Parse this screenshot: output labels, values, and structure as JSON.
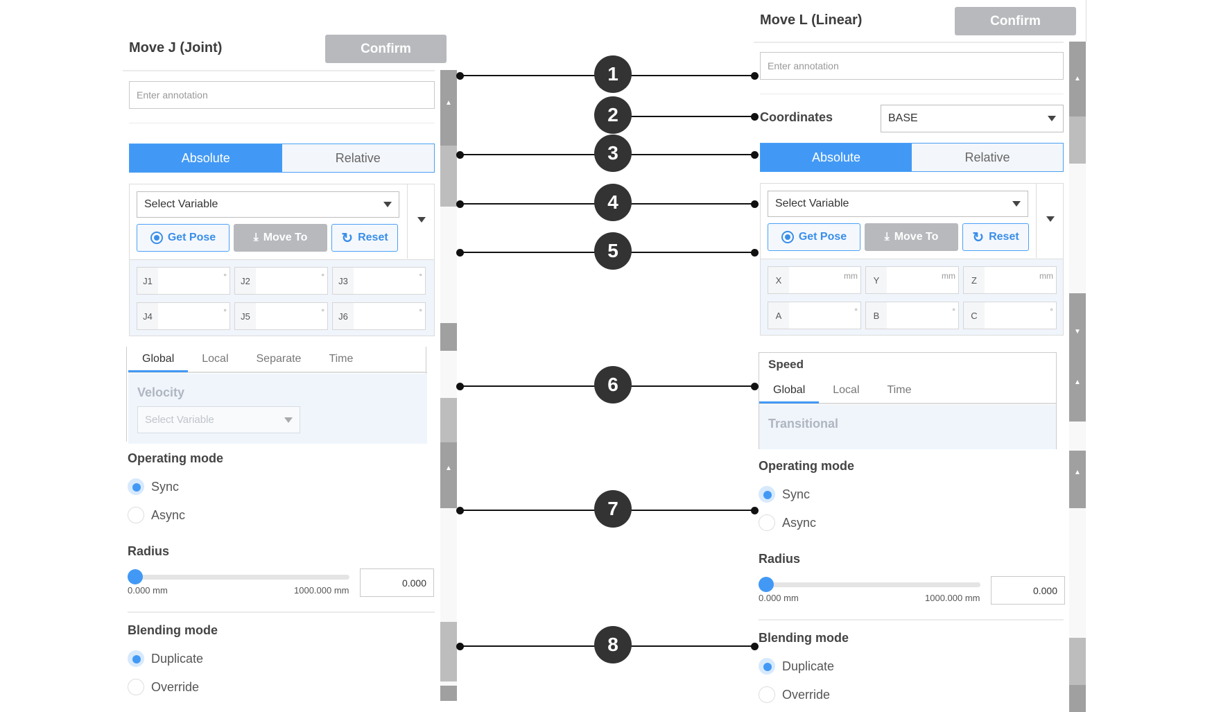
{
  "left": {
    "title": "Move J (Joint)",
    "confirm": "Confirm",
    "annotation_placeholder": "Enter annotation",
    "mode": {
      "absolute": "Absolute",
      "relative": "Relative",
      "selected": "Absolute"
    },
    "variable_select": "Select Variable",
    "buttons": {
      "get_pose": "Get Pose",
      "move_to": "Move To",
      "reset": "Reset"
    },
    "fields": [
      {
        "label": "J1",
        "unit": "°"
      },
      {
        "label": "J2",
        "unit": "°"
      },
      {
        "label": "J3",
        "unit": "°"
      },
      {
        "label": "J4",
        "unit": "°"
      },
      {
        "label": "J5",
        "unit": "°"
      },
      {
        "label": "J6",
        "unit": "°"
      }
    ],
    "speed_tabs": [
      "Global",
      "Local",
      "Separate",
      "Time"
    ],
    "active_tab": "Global",
    "velocity_label": "Velocity",
    "velocity_select": "Select Variable",
    "operating_mode": {
      "label": "Operating mode",
      "options": [
        "Sync",
        "Async"
      ],
      "selected": "Sync"
    },
    "radius": {
      "label": "Radius",
      "min_label": "0.000 mm",
      "max_label": "1000.000 mm",
      "value": "0.000",
      "fraction": 0
    },
    "blending_mode": {
      "label": "Blending mode",
      "options": [
        "Duplicate",
        "Override"
      ],
      "selected": "Duplicate"
    }
  },
  "right": {
    "title": "Move L (Linear)",
    "confirm": "Confirm",
    "annotation_placeholder": "Enter annotation",
    "coordinates": {
      "label": "Coordinates",
      "value": "BASE"
    },
    "mode": {
      "absolute": "Absolute",
      "relative": "Relative",
      "selected": "Absolute"
    },
    "variable_select": "Select Variable",
    "buttons": {
      "get_pose": "Get Pose",
      "move_to": "Move To",
      "reset": "Reset"
    },
    "fields": [
      {
        "label": "X",
        "unit": "mm"
      },
      {
        "label": "Y",
        "unit": "mm"
      },
      {
        "label": "Z",
        "unit": "mm"
      },
      {
        "label": "A",
        "unit": "°"
      },
      {
        "label": "B",
        "unit": "°"
      },
      {
        "label": "C",
        "unit": "°"
      }
    ],
    "speed_label": "Speed",
    "speed_tabs": [
      "Global",
      "Local",
      "Time"
    ],
    "active_tab": "Global",
    "transitional_label": "Transitional",
    "operating_mode": {
      "label": "Operating mode",
      "options": [
        "Sync",
        "Async"
      ],
      "selected": "Sync"
    },
    "radius": {
      "label": "Radius",
      "min_label": "0.000 mm",
      "max_label": "1000.000 mm",
      "value": "0.000",
      "fraction": 0
    },
    "blending_mode": {
      "label": "Blending mode",
      "options": [
        "Duplicate",
        "Override"
      ],
      "selected": "Duplicate"
    }
  },
  "callouts": [
    "1",
    "2",
    "3",
    "4",
    "5",
    "6",
    "7",
    "8"
  ],
  "colors": {
    "accent": "#4299f5",
    "disabled_button": "#b7b9bd",
    "callout": "#333333"
  }
}
